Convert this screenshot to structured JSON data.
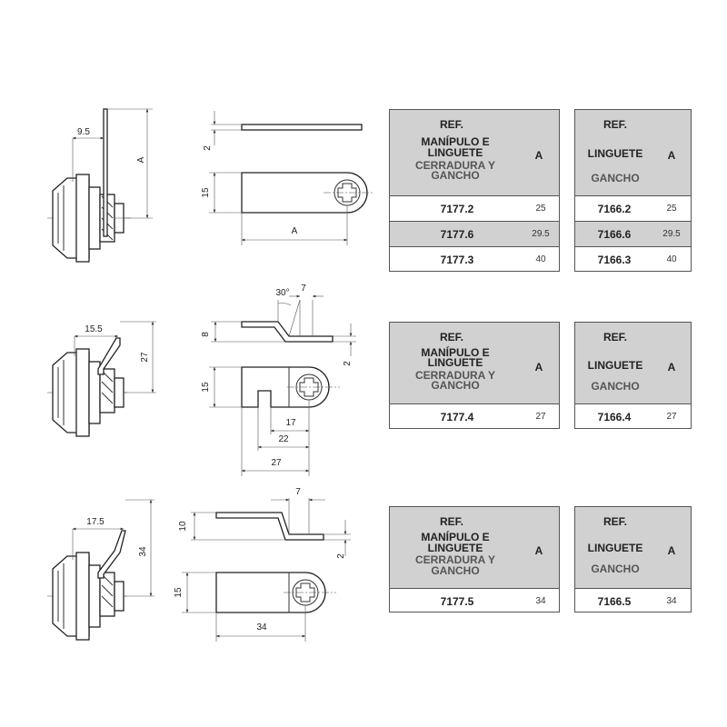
{
  "drawings": {
    "row1": {
      "dim_offset": "9.5",
      "dim_height": "A",
      "dim_thickness": "2",
      "dim_width": "15",
      "dim_length": "A"
    },
    "row2": {
      "dim_offset": "15.5",
      "dim_height": "27",
      "dim_angle": "30°",
      "dim_step": "7",
      "dim_rise": "8",
      "dim_thickness": "2",
      "dim_width": "15",
      "dim_17": "17",
      "dim_22": "22",
      "dim_27": "27"
    },
    "row3": {
      "dim_offset": "17.5",
      "dim_height": "34",
      "dim_step": "7",
      "dim_rise": "10",
      "dim_thickness": "2",
      "dim_width": "15",
      "dim_length": "34"
    }
  },
  "tables": {
    "t1a": {
      "ref": "REF.",
      "line1": "MANÍPULO E",
      "line2": "LINGUETE",
      "line3": "CERRADURA Y",
      "line4": "GANCHO",
      "col_a": "A",
      "rows": [
        {
          "ref": "7177.2",
          "a": "25"
        },
        {
          "ref": "7177.6",
          "a": "29.5"
        },
        {
          "ref": "7177.3",
          "a": "40"
        }
      ]
    },
    "t1b": {
      "ref": "REF.",
      "line1": "LINGUETE",
      "line2": "GANCHO",
      "col_a": "A",
      "rows": [
        {
          "ref": "7166.2",
          "a": "25"
        },
        {
          "ref": "7166.6",
          "a": "29.5"
        },
        {
          "ref": "7166.3",
          "a": "40"
        }
      ]
    },
    "t2a": {
      "ref": "REF.",
      "line1": "MANÍPULO E",
      "line2": "LINGUETE",
      "line3": "CERRADURA Y",
      "line4": "GANCHO",
      "col_a": "A",
      "rows": [
        {
          "ref": "7177.4",
          "a": "27"
        }
      ]
    },
    "t2b": {
      "ref": "REF.",
      "line1": "LINGUETE",
      "line2": "GANCHO",
      "col_a": "A",
      "rows": [
        {
          "ref": "7166.4",
          "a": "27"
        }
      ]
    },
    "t3a": {
      "ref": "REF.",
      "line1": "MANÍPULO E",
      "line2": "LINGUETE",
      "line3": "CERRADURA Y",
      "line4": "GANCHO",
      "col_a": "A",
      "rows": [
        {
          "ref": "7177.5",
          "a": "34"
        }
      ]
    },
    "t3b": {
      "ref": "REF.",
      "line1": "LINGUETE",
      "line2": "GANCHO",
      "col_a": "A",
      "rows": [
        {
          "ref": "7166.5",
          "a": "34"
        }
      ]
    }
  },
  "colors": {
    "header_bg": "#d1d1d1",
    "line": "#333333"
  }
}
